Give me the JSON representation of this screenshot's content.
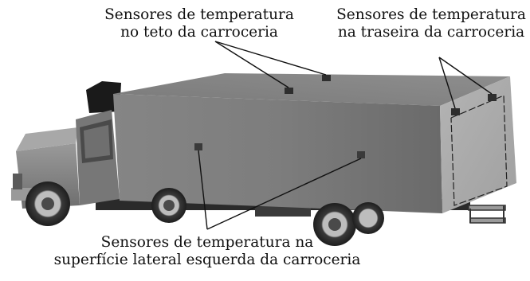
{
  "labels": {
    "roof": {
      "line1": "Sensores de temperatura",
      "line2": "no teto da carroceria"
    },
    "rear": {
      "line1": "Sensores de temperatura",
      "line2": "na traseira da carroceria"
    },
    "side": {
      "line1": "Sensores de temperatura na",
      "line2": "superfície lateral esquerda da carroceria"
    }
  }
}
